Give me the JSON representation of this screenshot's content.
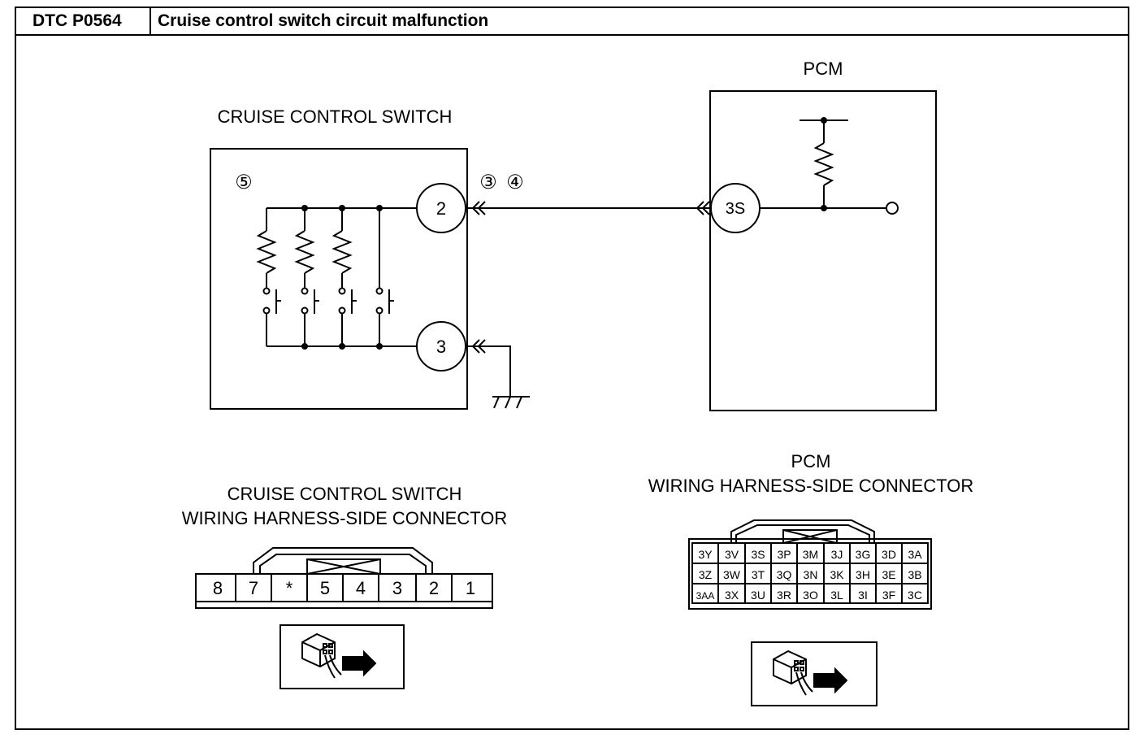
{
  "header": {
    "dtc_code": "DTC P0564",
    "title": "Cruise control switch circuit malfunction"
  },
  "schematic": {
    "switch_block_label": "CRUISE CONTROL SWITCH",
    "pcm_block_label": "PCM",
    "switch_terminal_top": "2",
    "switch_terminal_bottom": "3",
    "pcm_terminal": "3S",
    "circuit_marker_left": "⑤",
    "circuit_marker_right_a": "③",
    "circuit_marker_right_b": "④"
  },
  "switch_connector": {
    "title_line1": "CRUISE CONTROL SWITCH",
    "title_line2": "WIRING HARNESS-SIDE CONNECTOR",
    "pins": [
      "8",
      "7",
      "*",
      "5",
      "4",
      "3",
      "2",
      "1"
    ]
  },
  "pcm_connector": {
    "title_line1": "PCM",
    "title_line2": "WIRING HARNESS-SIDE CONNECTOR",
    "rows": [
      [
        "3Y",
        "3V",
        "3S",
        "3P",
        "3M",
        "3J",
        "3G",
        "3D",
        "3A"
      ],
      [
        "3Z",
        "3W",
        "3T",
        "3Q",
        "3N",
        "3K",
        "3H",
        "3E",
        "3B"
      ],
      [
        "3AA",
        "3X",
        "3U",
        "3R",
        "3O",
        "3L",
        "3I",
        "3F",
        "3C"
      ]
    ]
  },
  "icons": {
    "switch_connector_view": "connector-arrow-icon",
    "pcm_connector_view": "connector-arrow-icon",
    "ground": "ground-icon",
    "resistor": "resistor-icon",
    "switch": "switch-icon"
  }
}
